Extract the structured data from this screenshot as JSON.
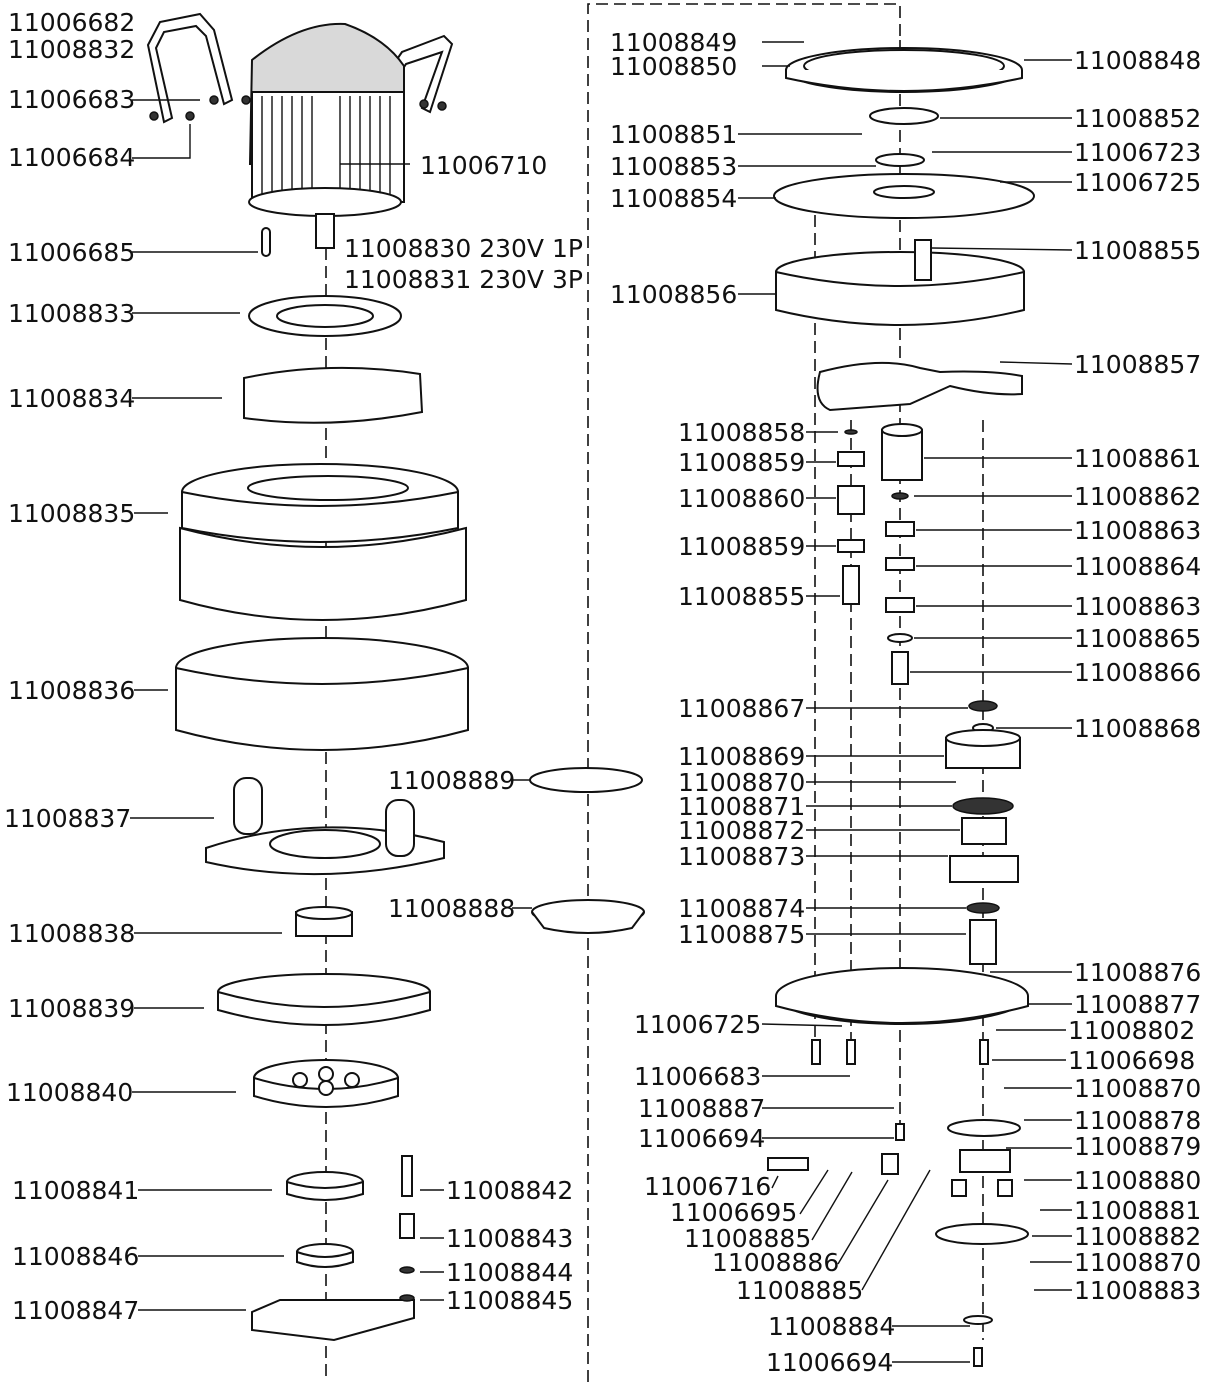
{
  "title": "",
  "colors": {
    "ink": "#111111",
    "paper": "#ffffff",
    "part_shade": "#d9d9d9"
  },
  "left_column": {
    "p_11006682": "11006682",
    "p_11008832": "11008832",
    "p_11006683": "11006683",
    "p_11006684": "11006684",
    "p_11006710": "11006710",
    "p_11006685": "11006685",
    "p_11008830": "11008830 230V 1P",
    "p_11008831": "11008831 230V 3P",
    "p_11008833": "11008833",
    "p_11008834": "11008834",
    "p_11008835": "11008835",
    "p_11008836": "11008836",
    "p_11008837": "11008837",
    "p_11008838": "11008838",
    "p_11008839": "11008839",
    "p_11008840": "11008840",
    "p_11008841": "11008841",
    "p_11008846": "11008846",
    "p_11008847": "11008847",
    "p_11008842": "11008842",
    "p_11008843": "11008843",
    "p_11008844": "11008844",
    "p_11008845": "11008845",
    "p_11008889": "11008889",
    "p_11008888": "11008888"
  },
  "right_column": {
    "p_11008849": "11008849",
    "p_11008850": "11008850",
    "p_11008848": "11008848",
    "p_11008852": "11008852",
    "p_11008851": "11008851",
    "p_11006723": "11006723",
    "p_11008853": "11008853",
    "p_11006725a": "11006725",
    "p_11008854": "11008854",
    "p_11008855a": "11008855",
    "p_11008856": "11008856",
    "p_11008857": "11008857",
    "p_11008858": "11008858",
    "p_11008859a": "11008859",
    "p_11008861": "11008861",
    "p_11008860": "11008860",
    "p_11008862": "11008862",
    "p_11008863a": "11008863",
    "p_11008859b": "11008859",
    "p_11008864": "11008864",
    "p_11008855b": "11008855",
    "p_11008863b": "11008863",
    "p_11008865": "11008865",
    "p_11008866": "11008866",
    "p_11008867": "11008867",
    "p_11008868": "11008868",
    "p_11008869": "11008869",
    "p_11008870a": "11008870",
    "p_11008871": "11008871",
    "p_11008872": "11008872",
    "p_11008873": "11008873",
    "p_11008874": "11008874",
    "p_11008875": "11008875",
    "p_11008876": "11008876",
    "p_11008877": "11008877",
    "p_11006725b": "11006725",
    "p_11008802": "11008802",
    "p_11006698": "11006698",
    "p_11006683": "11006683",
    "p_11008870b": "11008870",
    "p_11008887": "11008887",
    "p_11008878": "11008878",
    "p_11006694a": "11006694",
    "p_11008879": "11008879",
    "p_11008880": "11008880",
    "p_11006716": "11006716",
    "p_11006695": "11006695",
    "p_11008881": "11008881",
    "p_11008885a": "11008885",
    "p_11008882": "11008882",
    "p_11008886": "11008886",
    "p_11008870c": "11008870",
    "p_11008885b": "11008885",
    "p_11008883": "11008883",
    "p_11008884": "11008884",
    "p_11006694b": "11006694"
  }
}
